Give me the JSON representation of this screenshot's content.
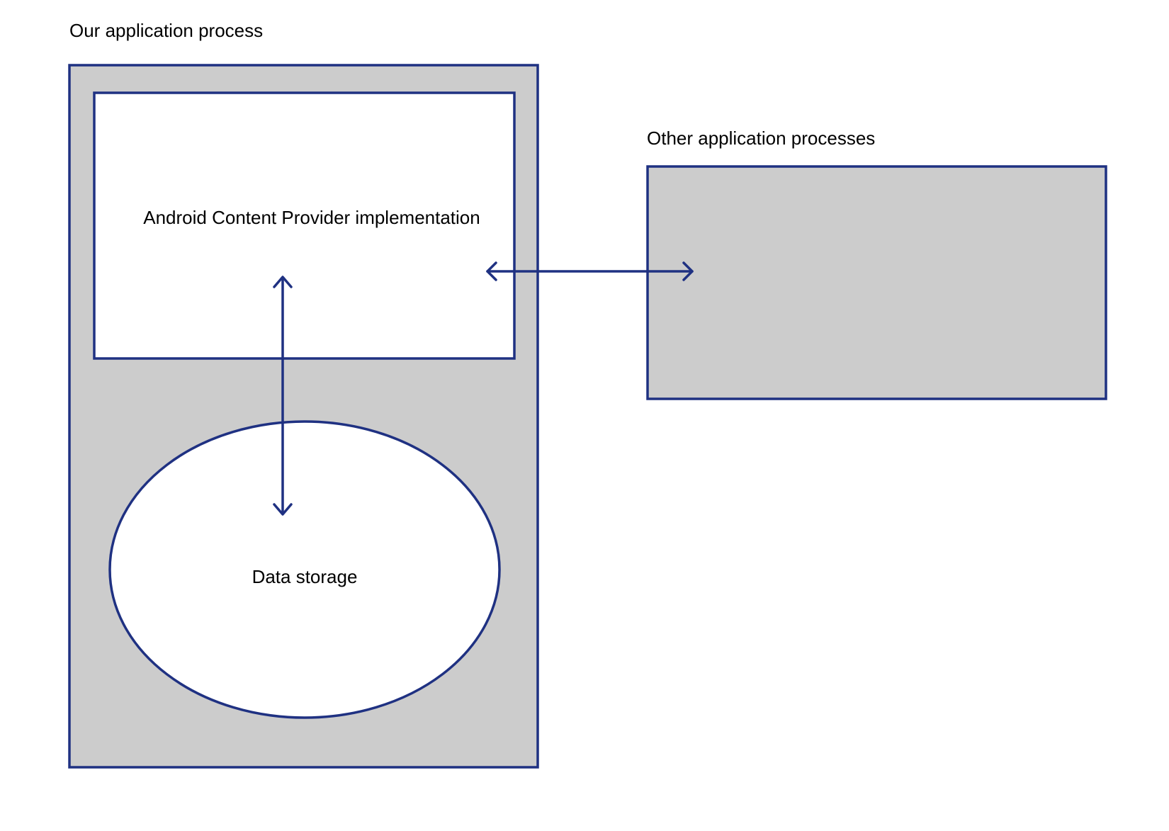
{
  "labels": {
    "our_process": "Our application process",
    "other_processes": "Other application processes",
    "content_provider": "Android Content Provider implementation",
    "data_storage": "Data storage"
  },
  "colors": {
    "stroke": "#1f3182",
    "process_fill": "#cccccc",
    "inner_fill": "#ffffff",
    "text": "#000000"
  }
}
